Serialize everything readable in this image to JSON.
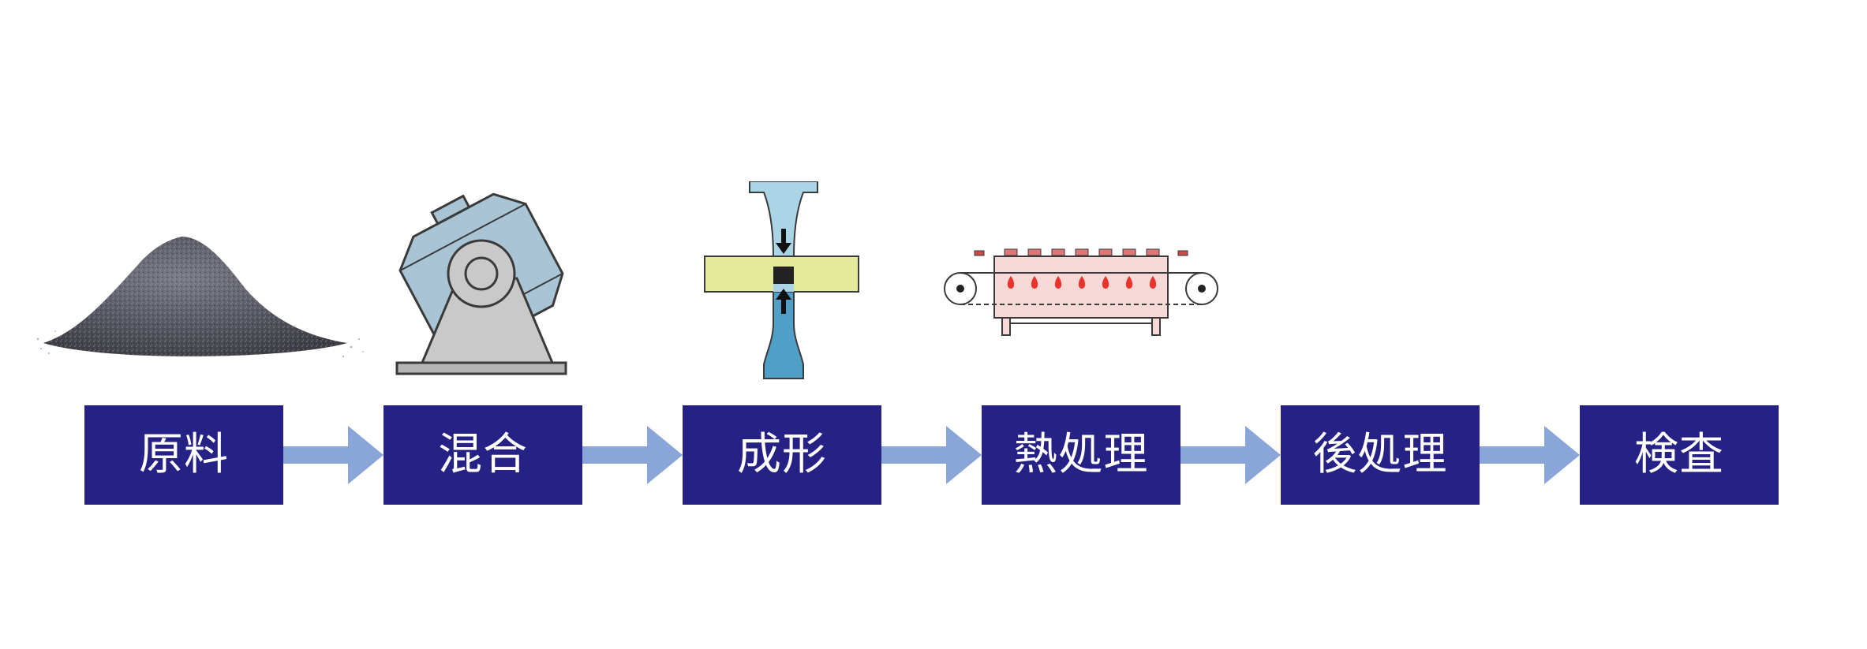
{
  "colors": {
    "step_box": "#262184",
    "step_text": "#ffffff",
    "arrow": "#8aa5d8",
    "background": "#ffffff"
  },
  "steps": [
    {
      "label": "原料",
      "illustration": "powder-pile-icon"
    },
    {
      "label": "混合",
      "illustration": "mixer-icon"
    },
    {
      "label": "成形",
      "illustration": "press-die-icon"
    },
    {
      "label": "熱処理",
      "illustration": "furnace-icon"
    },
    {
      "label": "後処理",
      "illustration": ""
    },
    {
      "label": "検査",
      "illustration": ""
    }
  ],
  "connectors": 5
}
